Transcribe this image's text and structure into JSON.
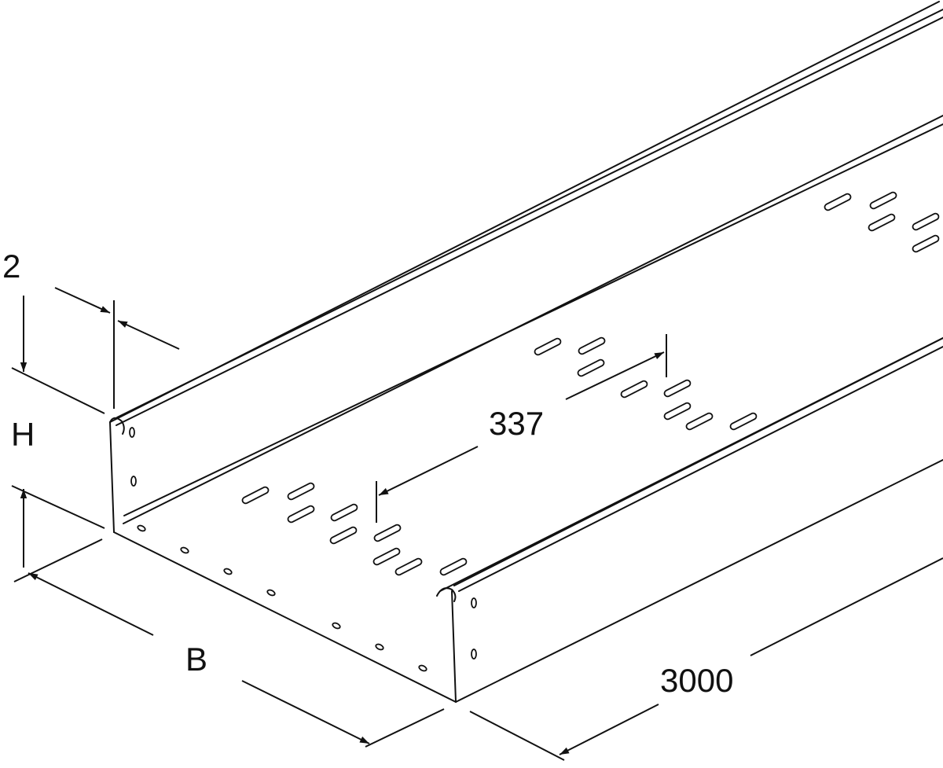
{
  "dimensions": {
    "wall_thickness": "2",
    "height": "H",
    "width": "B",
    "slot_pitch": "337",
    "length": "3000"
  },
  "colors": {
    "line": "#111111",
    "background": "#ffffff"
  }
}
